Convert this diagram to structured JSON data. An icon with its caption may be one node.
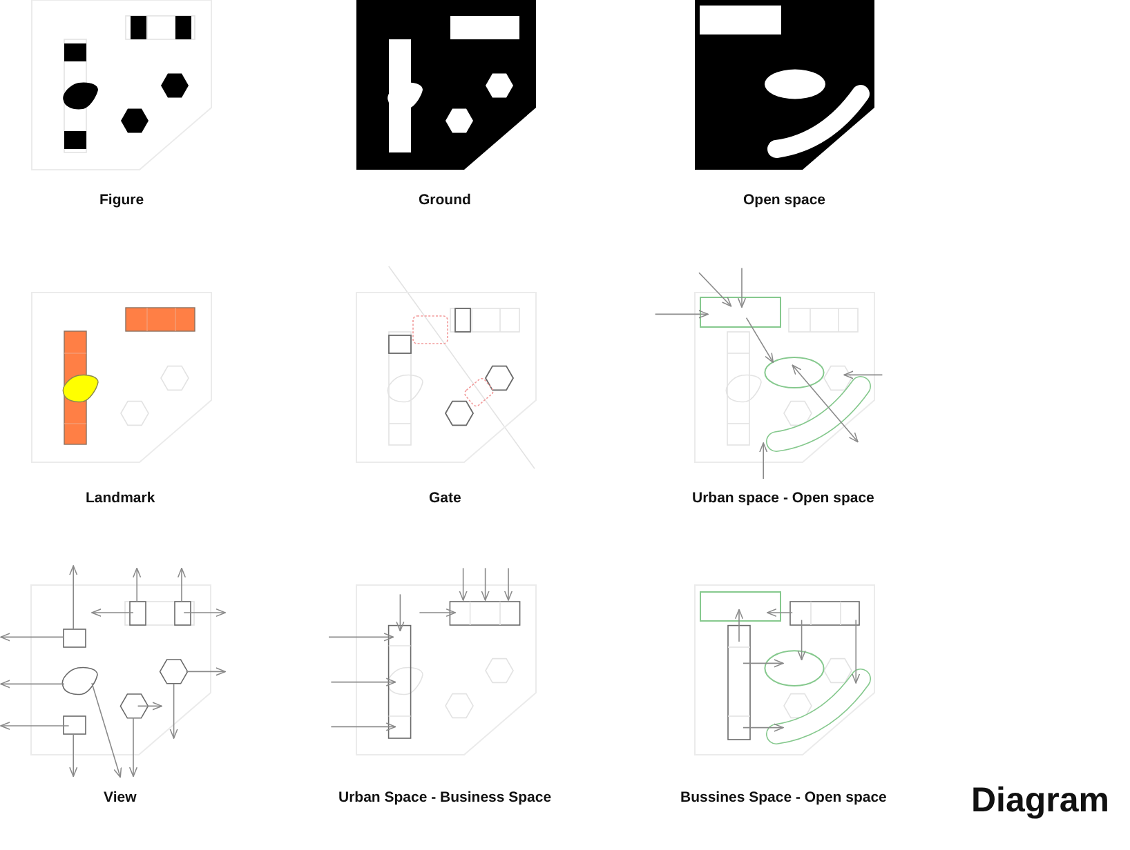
{
  "diagram": {
    "title": "Diagram",
    "labels": [
      "Figure",
      "Ground",
      "Open space",
      "Landmark",
      "Gate",
      "Urban space - Open space",
      "View",
      "Urban Space - Business Space",
      "Bussines Space - Open space"
    ]
  }
}
